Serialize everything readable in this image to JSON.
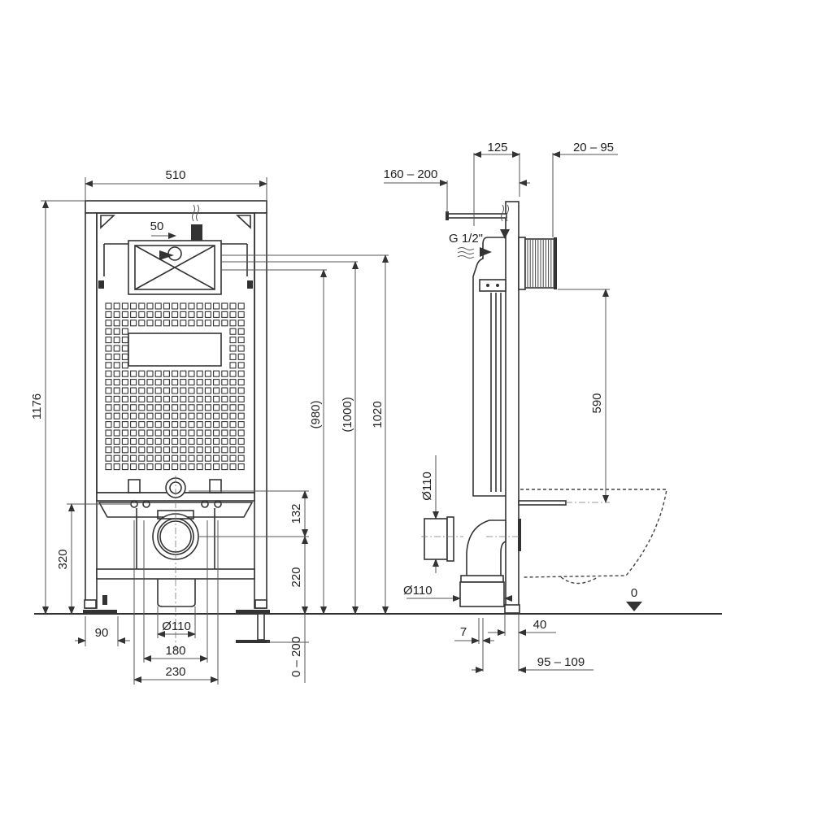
{
  "front_view": {
    "dims": {
      "width": "510",
      "height_total": "1176",
      "plate_offset": "50",
      "h980": "(980)",
      "h1000": "(1000)",
      "h1020": "1020",
      "h132": "132",
      "h220": "220",
      "feet_adjust": "0 – 200",
      "h320": "320",
      "foot_90": "90",
      "drain_dia": "Ø110",
      "w180": "180",
      "w230": "230"
    }
  },
  "side_view": {
    "dims": {
      "d125": "125",
      "d20_95": "20 – 95",
      "d160_200": "160 – 200",
      "water_conn": "G 1/2\"",
      "h590": "590",
      "dia_top": "Ø110",
      "dia_bottom": "Ø110",
      "floor_zero": "0",
      "d7": "7",
      "d40": "40",
      "d95_109": "95 – 109"
    }
  }
}
